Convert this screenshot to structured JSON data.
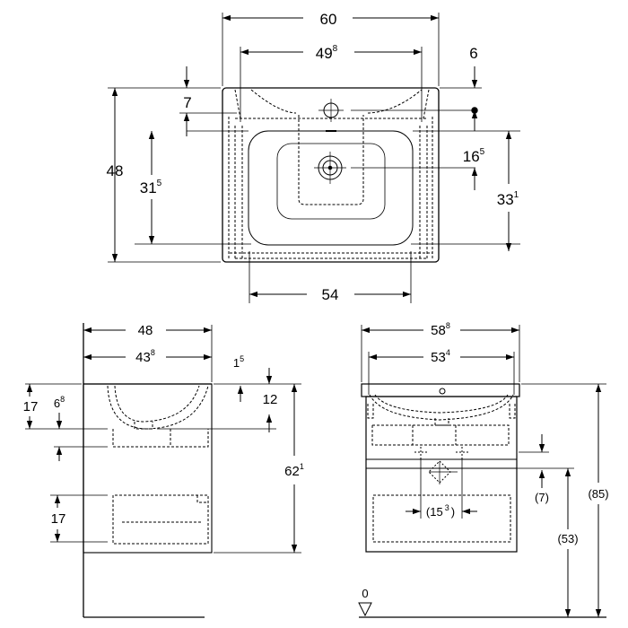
{
  "top_view": {
    "overall_width": {
      "main": "60",
      "sup": ""
    },
    "inner_width": {
      "main": "49",
      "sup": "8"
    },
    "tap_offset": {
      "main": "6",
      "sup": ""
    },
    "depth": {
      "main": "48",
      "sup": ""
    },
    "rim_offset": {
      "main": "7",
      "sup": ""
    },
    "bowl_depth": {
      "main": "31",
      "sup": "5"
    },
    "drain_offset": {
      "main": "16",
      "sup": "5"
    },
    "drain_position": {
      "main": "33",
      "sup": "1"
    },
    "cabinet_width": {
      "main": "54",
      "sup": ""
    }
  },
  "side_view": {
    "depth": {
      "main": "48",
      "sup": ""
    },
    "cabinet_depth": {
      "main": "43",
      "sup": "8"
    },
    "wall_gap": {
      "main": "1",
      "sup": "5"
    },
    "basin_thickness": {
      "main": "12",
      "sup": ""
    },
    "top_drawer": {
      "main": "17",
      "sup": ""
    },
    "siphon_offset": {
      "main": "6",
      "sup": "8"
    },
    "cabinet_height": {
      "main": "62",
      "sup": "1"
    },
    "bottom_drawer": {
      "main": "17",
      "sup": ""
    }
  },
  "front_view": {
    "overall_width": {
      "main": "58",
      "sup": "8"
    },
    "inner_width": {
      "main": "53",
      "sup": "4"
    },
    "drain_spacing": {
      "prefix": "(15",
      "sup": "3",
      "suffix": ")"
    },
    "drawer_gap": "(7)",
    "floor_to_drawer": "(53)",
    "total_height": "(85)",
    "floor_level": "0"
  }
}
